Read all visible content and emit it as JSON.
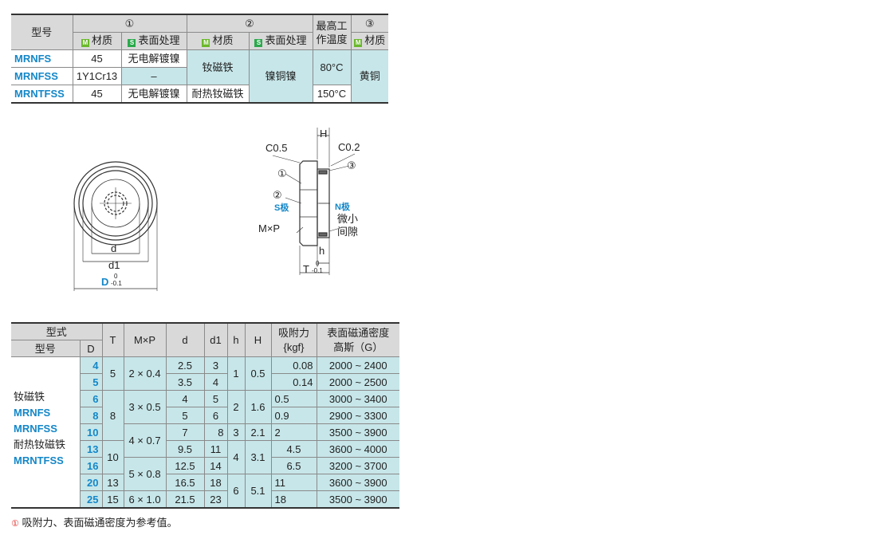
{
  "material_table": {
    "header": {
      "model": "型号",
      "group1": "①",
      "group2": "②",
      "max_temp": "最高工作温度",
      "group3": "③",
      "material": "材质",
      "surface": "表面处理",
      "badge_m": "M",
      "badge_s": "S"
    },
    "rows": [
      {
        "model": "MRNFS",
        "m1": "45",
        "s1": "无电解镀镍",
        "m2": "钕磁铁",
        "s2": "镍铜镍",
        "temp": "80°C",
        "m3": "黄铜"
      },
      {
        "model": "MRNFSS",
        "m1": "1Y1Cr13",
        "s1": "–"
      },
      {
        "model": "MRNTFSS",
        "m1": "45",
        "s1": "无电解镀镍",
        "m2": "耐热钕磁铁",
        "temp": "150°C"
      }
    ]
  },
  "drawing": {
    "front": {
      "d": "d",
      "d1": "d1",
      "D": "D",
      "D_tol_upper": "0",
      "D_tol_lower": "-0.1"
    },
    "side": {
      "H": "H",
      "c05": "C0.5",
      "c02": "C0.2",
      "n1": "①",
      "n2": "②",
      "n3": "③",
      "s_pole": "S极",
      "n_pole": "N极",
      "gap": "微小间隙",
      "mxp": "M×P",
      "h": "h",
      "T": "T",
      "T_tol_upper": "0",
      "T_tol_lower": "-0.1"
    }
  },
  "spec_table": {
    "header": {
      "type": "型式",
      "model": "型号",
      "D": "D",
      "T": "T",
      "MxP": "M×P",
      "d": "d",
      "d1": "d1",
      "h": "h",
      "H": "H",
      "force": "吸附力",
      "force_unit": "{kgf}",
      "flux": "表面磁通密度",
      "flux_unit": "高斯（G）"
    },
    "series": {
      "type": "钕磁铁",
      "m1": "MRNFS",
      "m2": "MRNFSS",
      "type2": "耐热钕磁铁",
      "m3": "MRNTFSS"
    },
    "rows": [
      {
        "D": "4",
        "T": "5",
        "MxP": "2 × 0.4",
        "d": "2.5",
        "d1": "3",
        "h": "1",
        "H": "0.5",
        "force": "0.08",
        "flux": "2000 ~ 2400"
      },
      {
        "D": "5",
        "d": "3.5",
        "d1": "4",
        "force": "0.14",
        "flux": "2000 ~ 2500"
      },
      {
        "D": "6",
        "T": "8",
        "MxP": "3 × 0.5",
        "d": "4",
        "d1": "5",
        "h": "2",
        "H": "1.6",
        "force": "0.5",
        "flux": "3000 ~ 3400"
      },
      {
        "D": "8",
        "d": "5",
        "d1": "6",
        "force": "0.9",
        "flux": "2900 ~ 3300"
      },
      {
        "D": "10",
        "MxP": "4 × 0.7",
        "d": "7",
        "d1": "8",
        "h": "3",
        "H": "2.1",
        "force": "2",
        "flux": "3500 ~ 3900"
      },
      {
        "D": "13",
        "T": "10",
        "d": "9.5",
        "d1": "11",
        "h": "4",
        "H": "3.1",
        "force": "4.5",
        "flux": "3600 ~ 4000"
      },
      {
        "D": "16",
        "MxP": "5 × 0.8",
        "d": "12.5",
        "d1": "14",
        "force": "6.5",
        "flux": "3200 ~ 3700"
      },
      {
        "D": "20",
        "T": "13",
        "d": "16.5",
        "d1": "18",
        "h": "6",
        "H": "5.1",
        "force": "11",
        "flux": "3600 ~ 3900"
      },
      {
        "D": "25",
        "T": "15",
        "MxP": "6 × 1.0",
        "d": "21.5",
        "d1": "23",
        "force": "18",
        "flux": "3500 ~ 3900"
      }
    ]
  },
  "note": "吸附力、表面磁通密度为参考值。",
  "note_marker": "①"
}
